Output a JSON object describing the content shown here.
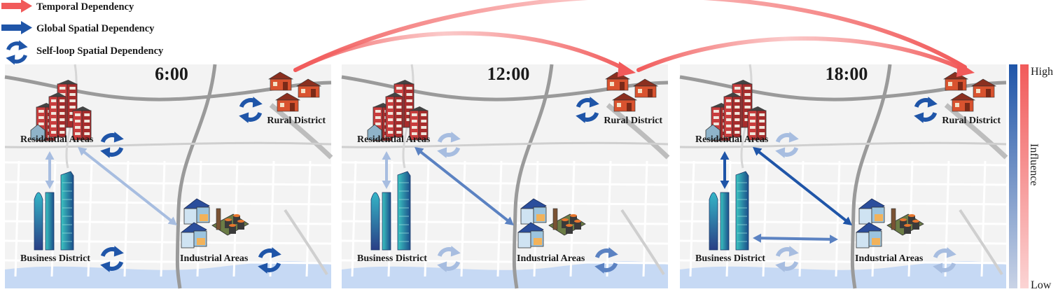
{
  "legend": {
    "temporal": "Temporal Dependency",
    "global": "Global Spatial Dependency",
    "selfloop": "Self-loop Spatial Dependency"
  },
  "panels": [
    {
      "time": "6:00",
      "areas": {
        "residential": "Residential Areas",
        "business": "Business District",
        "industrial": "Industrial Areas",
        "rural": "Rural District"
      },
      "loops": {
        "residential": "high",
        "business": "high",
        "industrial": "high",
        "rural": "high"
      },
      "links": [
        {
          "from": "residential",
          "to": "business",
          "level": "low"
        },
        {
          "from": "residential",
          "to": "industrial",
          "level": "low"
        }
      ]
    },
    {
      "time": "12:00",
      "areas": {
        "residential": "Residential Areas",
        "business": "Business District",
        "industrial": "Industrial Areas",
        "rural": "Rural District"
      },
      "loops": {
        "residential": "low",
        "business": "low",
        "industrial": "mid",
        "rural": "high"
      },
      "links": [
        {
          "from": "residential",
          "to": "business",
          "level": "low"
        },
        {
          "from": "residential",
          "to": "industrial",
          "level": "mid"
        }
      ]
    },
    {
      "time": "18:00",
      "areas": {
        "residential": "Residential Areas",
        "business": "Business District",
        "industrial": "Industrial Areas",
        "rural": "Rural District"
      },
      "loops": {
        "residential": "low",
        "business": "low",
        "industrial": "low",
        "rural": "high"
      },
      "links": [
        {
          "from": "residential",
          "to": "business",
          "level": "high"
        },
        {
          "from": "residential",
          "to": "industrial",
          "level": "high"
        },
        {
          "from": "business",
          "to": "industrial",
          "level": "mid"
        }
      ]
    }
  ],
  "colorbar": {
    "high_label": "High",
    "low_label": "Low",
    "title": "Influence",
    "blue_high": "#1f55a8",
    "blue_low": "#c9d3e6",
    "red_high": "#f15a5a",
    "red_low": "#fbd4d4"
  },
  "colors": {
    "temporal": "#f15a5a",
    "global": "#1f55a8",
    "high": "#1f55a8",
    "mid": "#5b82c2",
    "low": "#a7bde0"
  }
}
